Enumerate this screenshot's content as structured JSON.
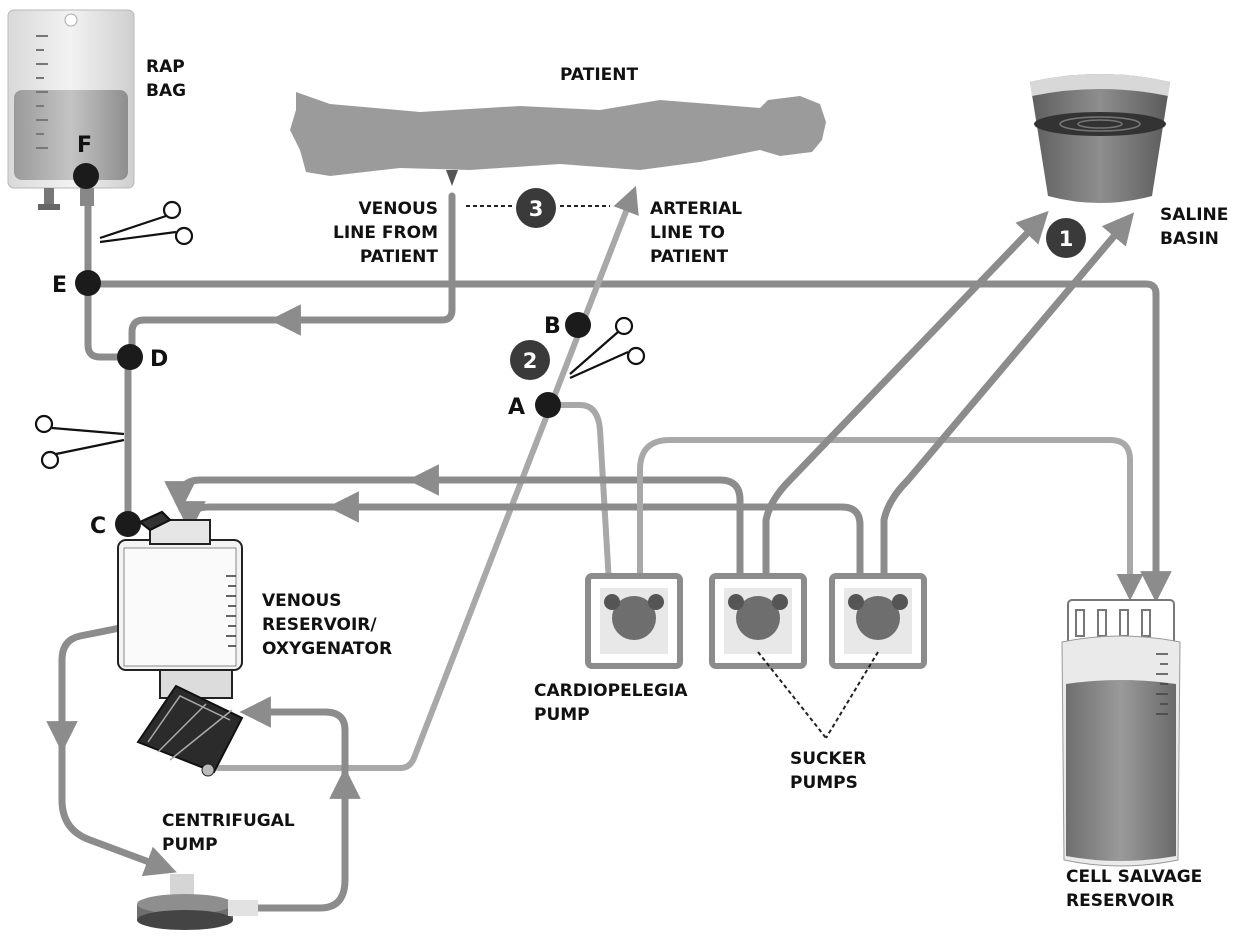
{
  "labels": {
    "rap_bag": [
      "RAP",
      "BAG"
    ],
    "patient": "PATIENT",
    "venous_line": [
      "VENOUS",
      "LINE FROM",
      "PATIENT"
    ],
    "arterial_line": [
      "ARTERIAL",
      "LINE TO",
      "PATIENT"
    ],
    "saline_basin": [
      "SALINE",
      "BASIN"
    ],
    "venous_reservoir": [
      "VENOUS",
      "RESERVOIR/",
      "OXYGENATOR"
    ],
    "cardioplegia_pump": [
      "CARDIOPELEGIA",
      "PUMP"
    ],
    "sucker_pumps": [
      "SUCKER",
      "PUMPS"
    ],
    "centrifugal_pump": [
      "CENTRIFUGAL",
      "PUMP"
    ],
    "cell_salvage": [
      "CELL SALVAGE",
      "RESERVOIR"
    ]
  },
  "points": {
    "A": "A",
    "B": "B",
    "C": "C",
    "D": "D",
    "E": "E",
    "F": "F"
  },
  "steps": {
    "s1": "1",
    "s2": "2",
    "s3": "3"
  }
}
